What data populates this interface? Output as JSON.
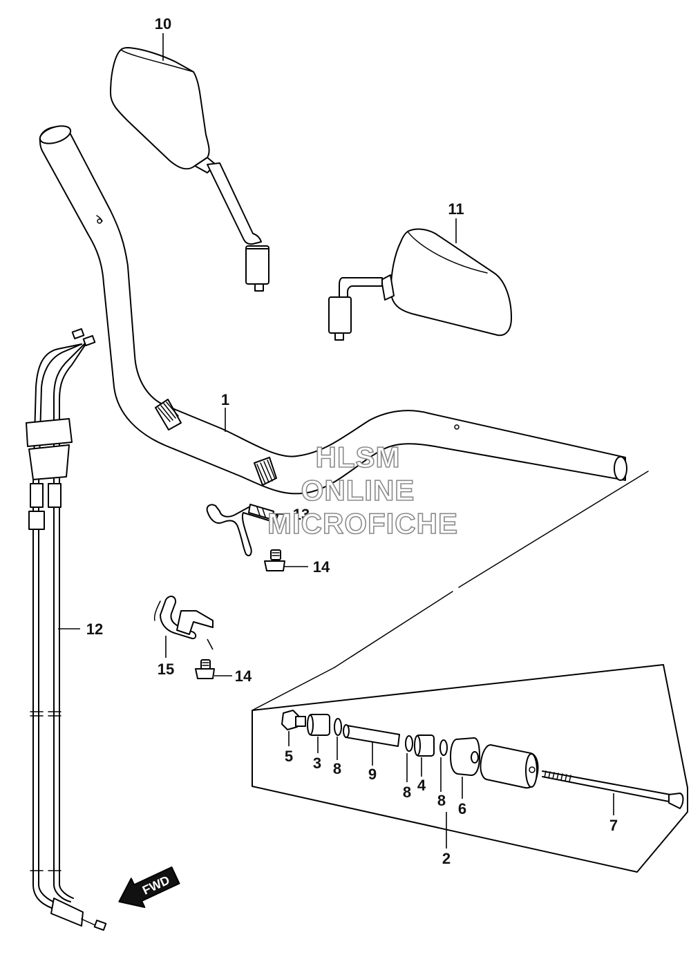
{
  "callouts": {
    "c1": "1",
    "c2": "2",
    "c3": "3",
    "c4": "4",
    "c5": "5",
    "c6": "6",
    "c7": "7",
    "c8a": "8",
    "c8b": "8",
    "c8c": "8",
    "c9": "9",
    "c10": "10",
    "c11": "11",
    "c12": "12",
    "c13": "13",
    "c14a": "14",
    "c14b": "14",
    "c15": "15"
  },
  "watermark": {
    "line1": "HLSM",
    "line2": "ONLINE",
    "line3": "MICROFICHE"
  },
  "fwd_label": "FWD",
  "icons": {
    "fwd_arrow": "fwd-arrow-icon"
  },
  "colors": {
    "line": "#000000",
    "background": "#ffffff",
    "watermark_outline": "#8a8a8a"
  }
}
